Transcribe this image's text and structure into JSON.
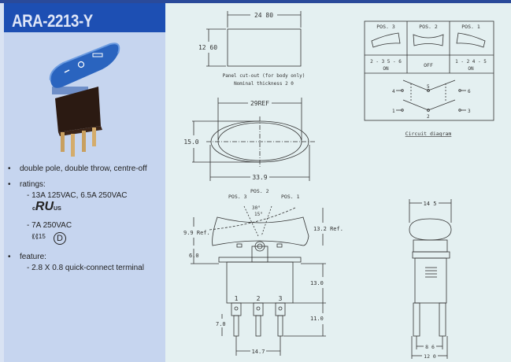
{
  "title": "ARA-2213-Y",
  "specs": {
    "bullet": "•",
    "pole": "double pole, double throw, centre-off",
    "ratings_label": "ratings:",
    "rating1": "- 13A 125VAC, 6.5A 250VAC",
    "ul_mark": "RU",
    "ul_c": "c",
    "ul_us": "US",
    "rating2": "- 7A 250VAC",
    "enec_num": "15",
    "d_mark": "D",
    "feature_label": "feature:",
    "feature1": "- 2.8 X 0.8 quick-connect terminal"
  },
  "cutout": {
    "width": "24 80",
    "height": "12 60",
    "caption1": "Panel cut-out (for body only)",
    "caption2": "Nominal thickness 2 0"
  },
  "top_view": {
    "inner": "29REF",
    "height": "15.0",
    "outer": "33.9"
  },
  "circuit": {
    "positions": [
      "POS. 3",
      "POS. 2",
      "POS. 1"
    ],
    "states": [
      [
        "2 - 3  5 - 6",
        "ON"
      ],
      [
        "OFF",
        ""
      ],
      [
        "1 - 2  4 - 5",
        "ON"
      ]
    ],
    "terminals": [
      "1",
      "2",
      "3",
      "4",
      "5",
      "6"
    ],
    "caption": "Circuit diagram"
  },
  "side_view": {
    "pos3": "POS. 3",
    "pos2": "POS. 2",
    "pos1": "POS. 1",
    "angle1": "30°",
    "angle2": "15°",
    "dim_99": "9.9 Ref.",
    "dim_60": "6.0",
    "dim_132": "13.2 Ref.",
    "dim_130": "13.0",
    "dim_110": "11.0",
    "dim_70": "7.0",
    "dim_147": "14.7",
    "pins": [
      "1",
      "2",
      "3"
    ]
  },
  "end_view": {
    "width": "14 5",
    "pitch": "8 6",
    "base": "12 0"
  }
}
